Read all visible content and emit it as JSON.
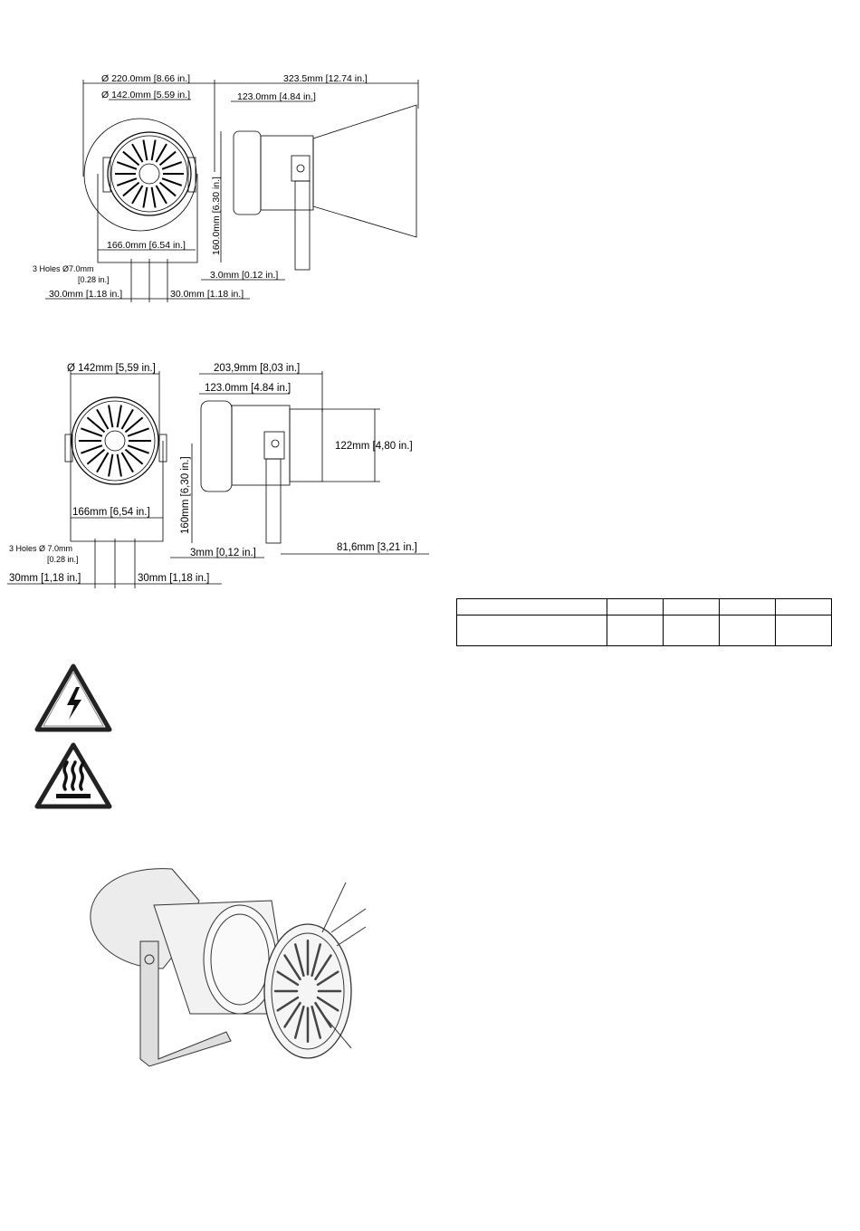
{
  "drawing1": {
    "dims": {
      "outer_diameter": "Ø 220.0mm [8.66 in.]",
      "inner_diameter": "Ø 142.0mm [5.59 in.]",
      "overall_length": "323.5mm [12.74 in.]",
      "body_length": "123.0mm [4.84 in.]",
      "height": "160.0mm [6.30 in.]",
      "bracket_width": "166.0mm [6.54 in.]",
      "holes_line1": "3 Holes  Ø7.0mm",
      "holes_line2": "[0.28 in.]",
      "plate_thickness": "3.0mm [0.12 in.]",
      "hole_spacing_left": "30.0mm [1.18 in.]",
      "hole_spacing_right": "30.0mm [1.18 in.]"
    }
  },
  "drawing2": {
    "dims": {
      "diameter": "Ø 142mm [5,59 in.]",
      "overall_length": "203,9mm [8,03 in.]",
      "body_length": "123.0mm [4.84 in.]",
      "housing_height": "122mm [4,80 in.]",
      "height": "160mm [6,30 in.]",
      "bracket_width": "166mm [6,54 in.]",
      "holes_line1": "3 Holes Ø 7.0mm",
      "holes_line2": "[0.28 in.]",
      "plate_thickness": "3mm [0,12 in.]",
      "rear_depth": "81,6mm [3,21 in.]",
      "hole_spacing_left": "30mm [1,18 in.]",
      "hole_spacing_right": "30mm [1,18 in.]"
    }
  },
  "table": {
    "rows": [
      [
        "",
        "",
        "",
        "",
        ""
      ],
      [
        "",
        "",
        "",
        "",
        ""
      ]
    ]
  },
  "warnings": {
    "electric_icon": "high-voltage-warning-icon",
    "hot_icon": "hot-surface-warning-icon"
  },
  "exploded_view_icon": "sounder-exploded-view"
}
